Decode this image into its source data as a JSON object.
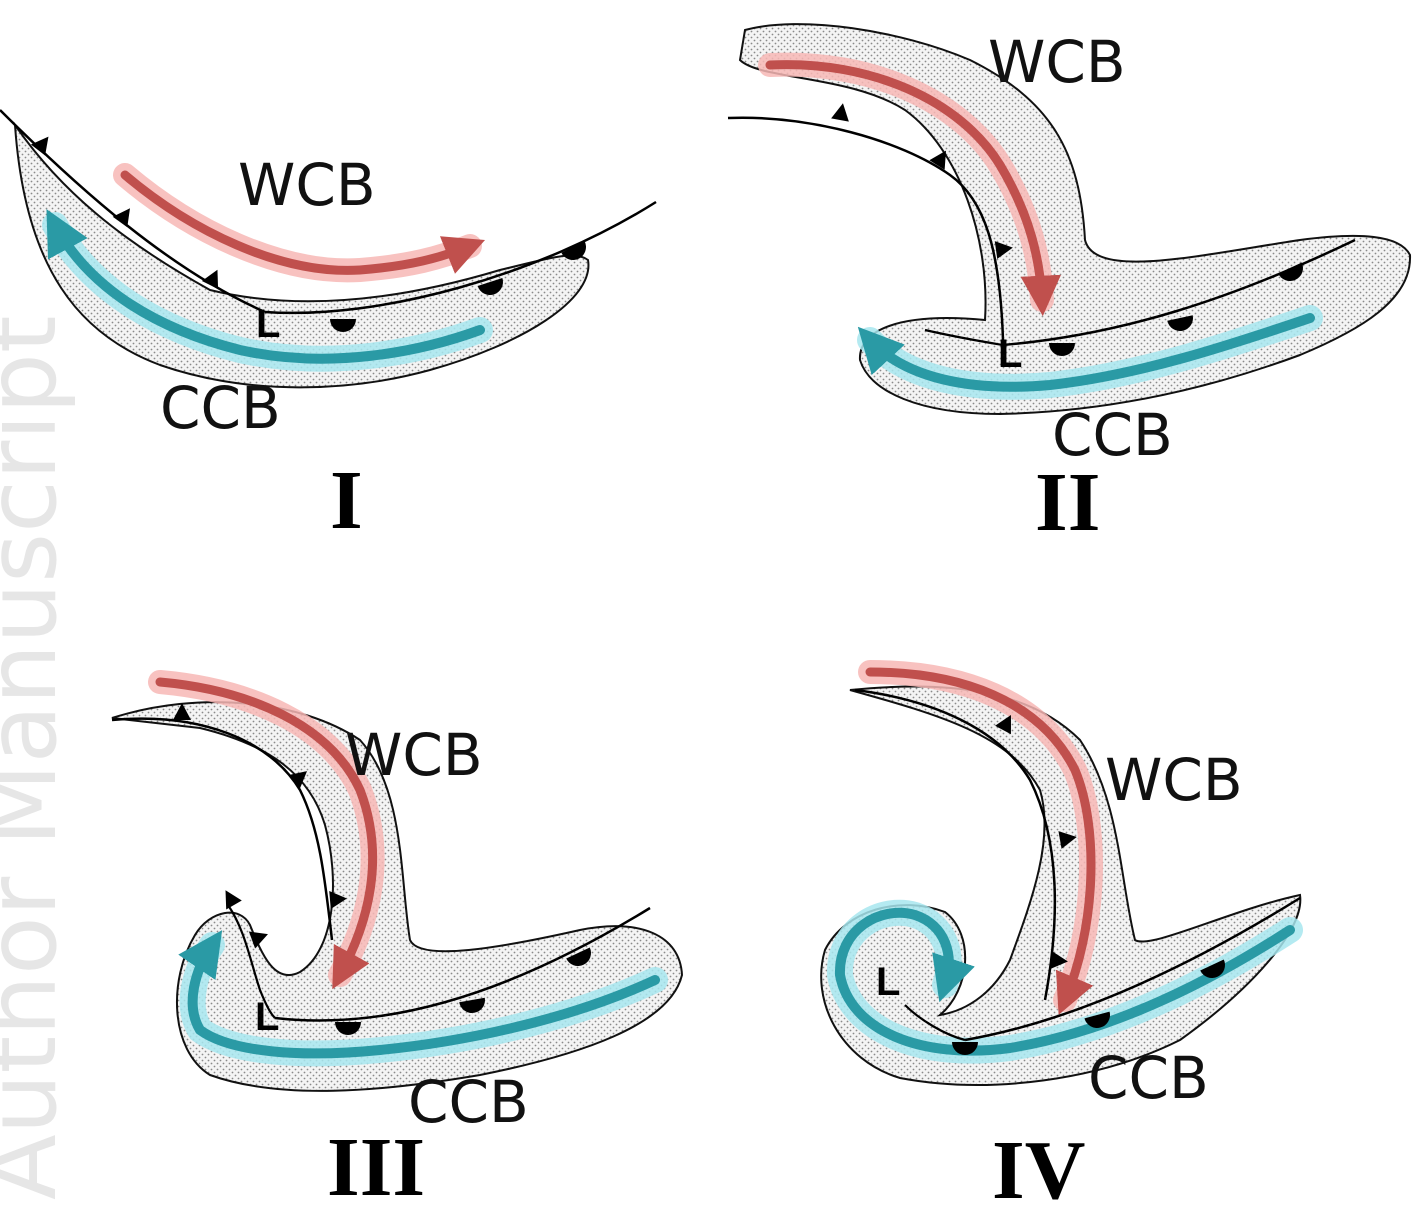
{
  "watermark": "Author Manuscript",
  "panels": [
    {
      "id": "I",
      "numeral": "I",
      "warm_label": "WCB",
      "cold_label": "CCB",
      "low_label": "L"
    },
    {
      "id": "II",
      "numeral": "II",
      "warm_label": "WCB",
      "cold_label": "CCB",
      "low_label": "L"
    },
    {
      "id": "III",
      "numeral": "III",
      "warm_label": "WCB",
      "cold_label": "CCB",
      "low_label": "L"
    },
    {
      "id": "IV",
      "numeral": "IV",
      "warm_label": "WCB",
      "cold_label": "CCB",
      "low_label": "L"
    }
  ],
  "colors": {
    "cloud_fill": "#f4f4f4",
    "cloud_dots": "#8a8a8a",
    "outline": "#111111",
    "warm_conveyor": "#c0504d",
    "warm_glow": "#f7b7b5",
    "cold_conveyor": "#2a9aa5",
    "cold_glow": "#a7e6ee",
    "front": "#000000"
  },
  "icons": [
    "cold-front-triangle-icon",
    "warm-front-semicircle-icon",
    "arrowhead-icon"
  ]
}
